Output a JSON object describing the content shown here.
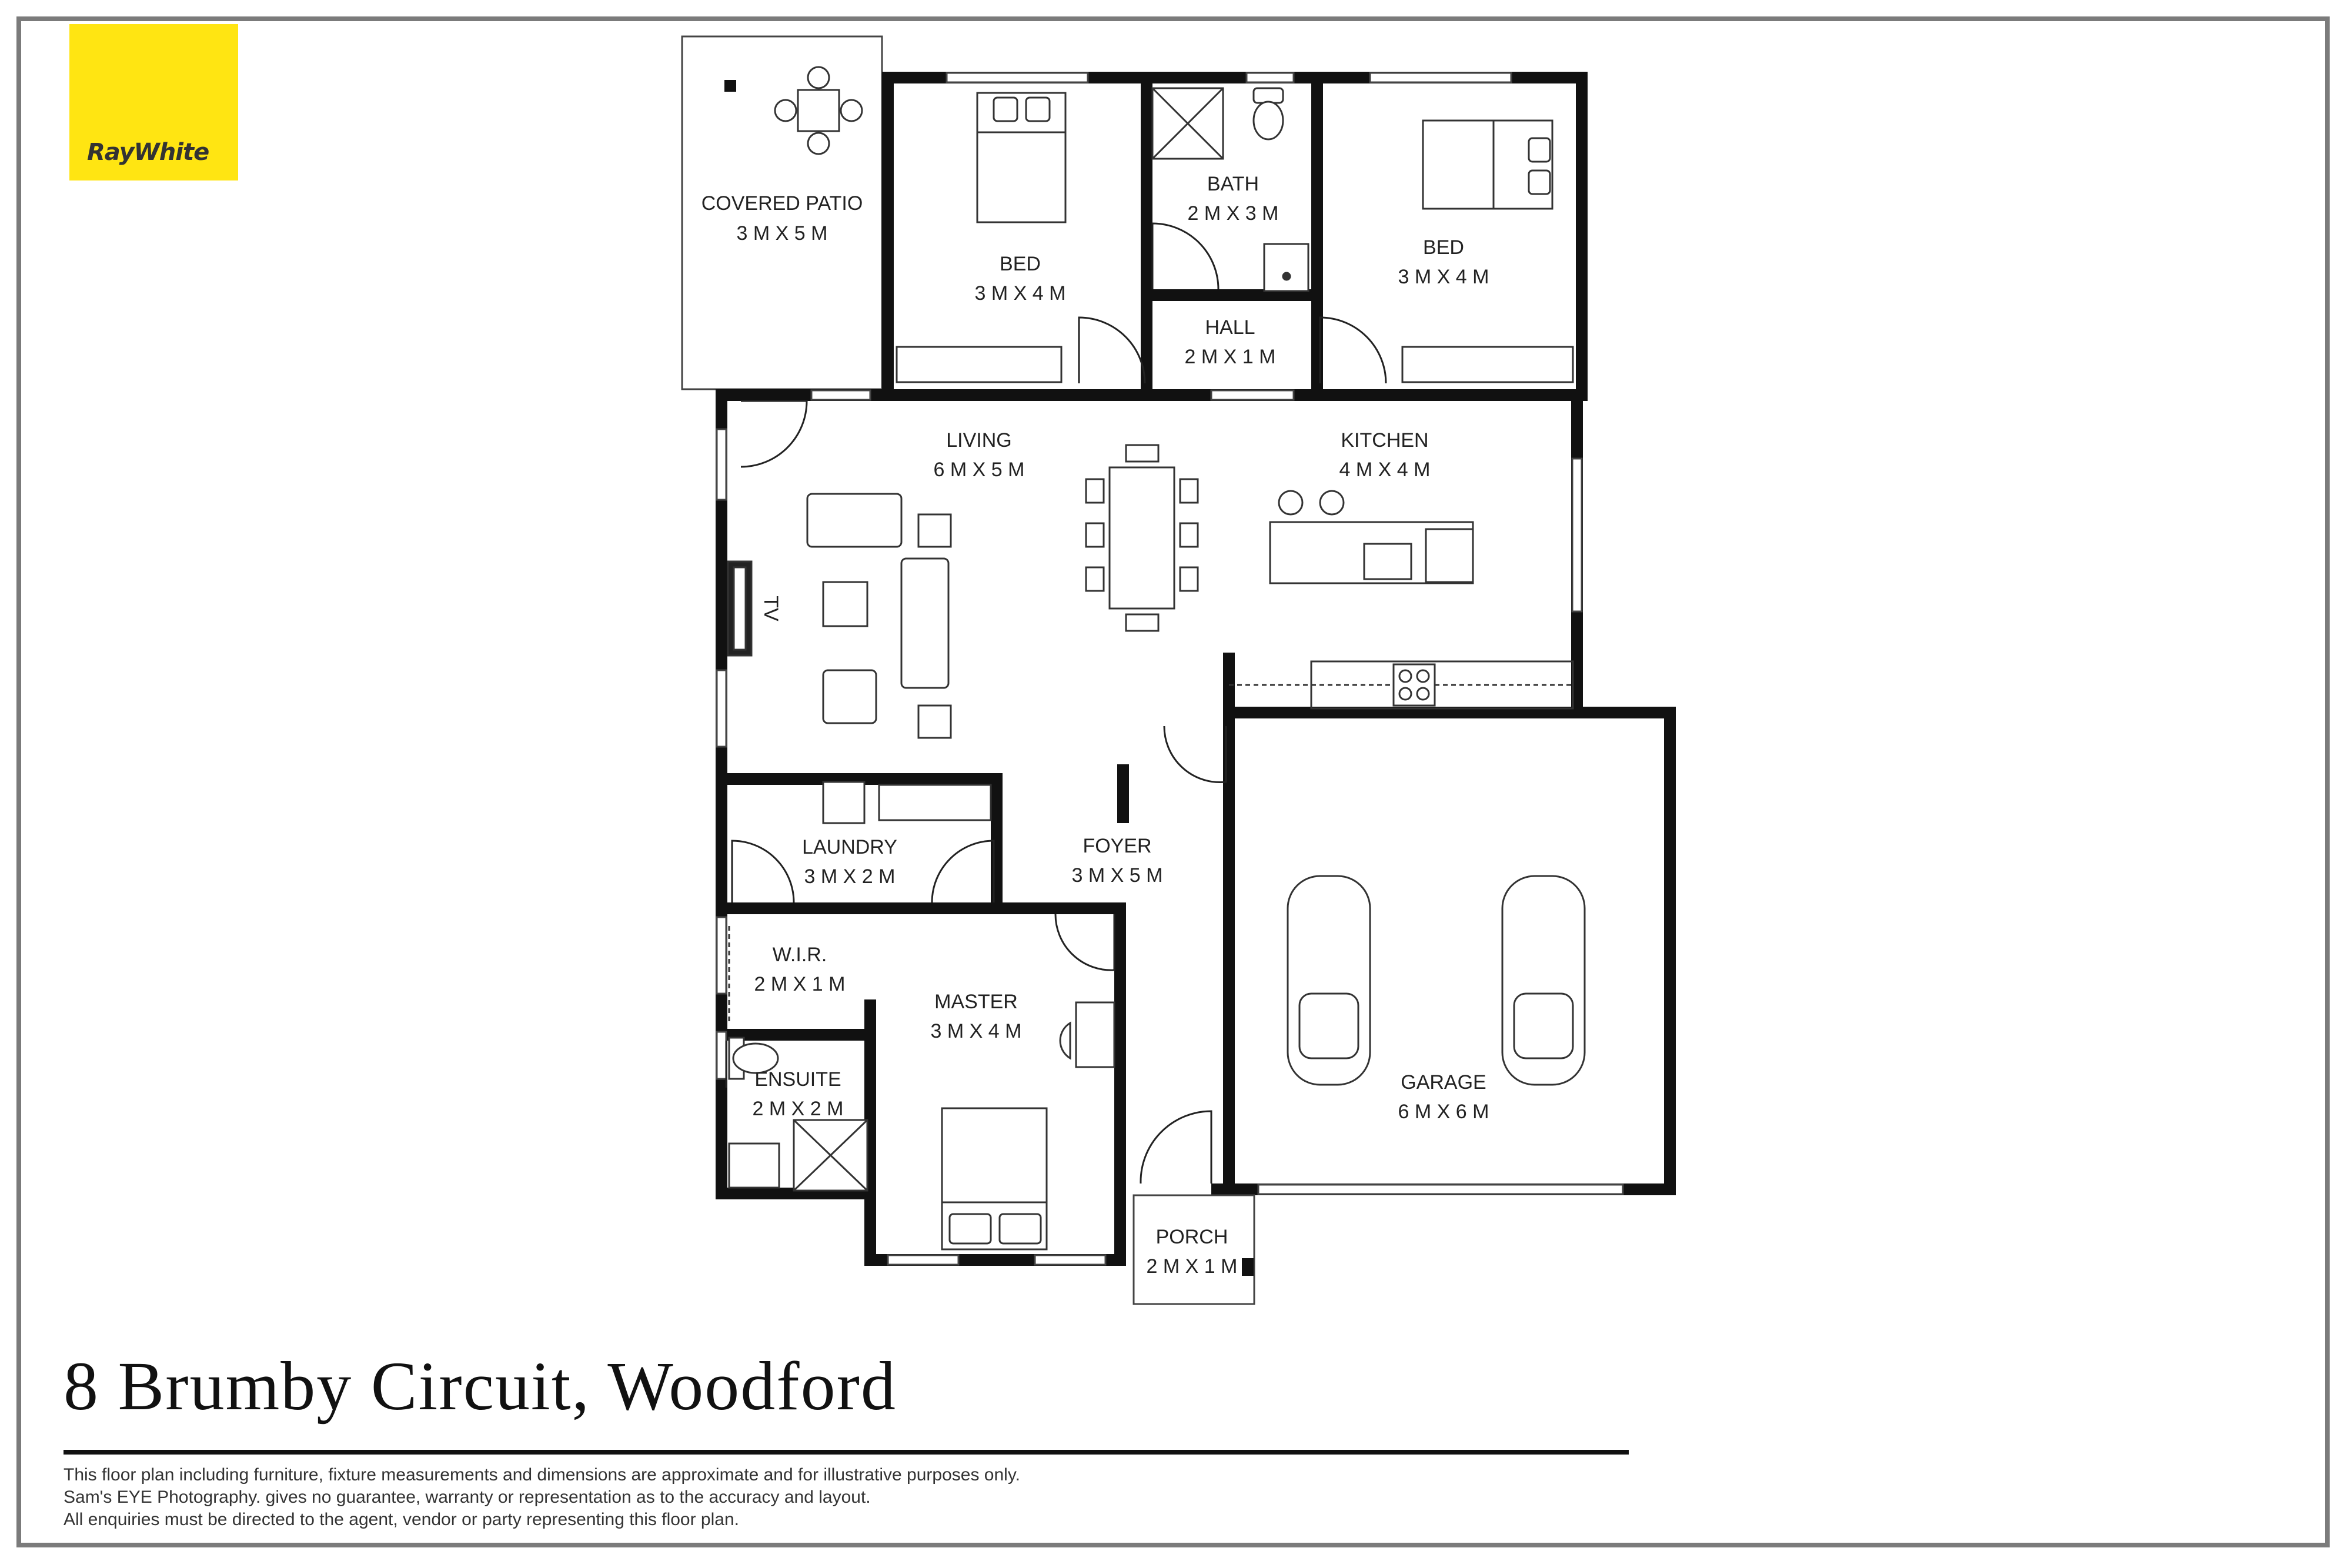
{
  "brand": {
    "logo_text": "RayWhite",
    "color": "#FFE512"
  },
  "rooms": {
    "covered_patio": {
      "name": "COVERED PATIO",
      "size": "3 M X 5 M"
    },
    "bed_left": {
      "name": "BED",
      "size": "3 M X 4 M"
    },
    "bath": {
      "name": "BATH",
      "size": "2 M X 3 M"
    },
    "bed_right": {
      "name": "BED",
      "size": "3 M X 4 M"
    },
    "hall": {
      "name": "HALL",
      "size": "2 M X 1 M"
    },
    "living": {
      "name": "LIVING",
      "size": "6 M X 5 M"
    },
    "kitchen": {
      "name": "KITCHEN",
      "size": "4 M X 4 M"
    },
    "laundry": {
      "name": "LAUNDRY",
      "size": "3 M X 2 M"
    },
    "foyer": {
      "name": "FOYER",
      "size": "3 M X 5 M"
    },
    "wir": {
      "name": "W.I.R.",
      "size": "2 M X 1 M"
    },
    "master": {
      "name": "MASTER",
      "size": "3 M X 4 M"
    },
    "ensuite": {
      "name": "ENSUITE",
      "size": "2 M X 2 M"
    },
    "garage": {
      "name": "GARAGE",
      "size": "6 M X 6 M"
    },
    "porch": {
      "name": "PORCH",
      "size": "2 M X 1 M"
    }
  },
  "tv_label": "TV",
  "address": "8 Brumby Circuit, Woodford",
  "disclaimer": [
    "This floor plan including furniture, fixture measurements and dimensions are approximate and for illustrative purposes only.",
    "Sam's EYE Photography. gives no guarantee, warranty or representation as to the accuracy and layout.",
    "All enquiries must be directed to the agent, vendor or party representing this floor plan."
  ]
}
